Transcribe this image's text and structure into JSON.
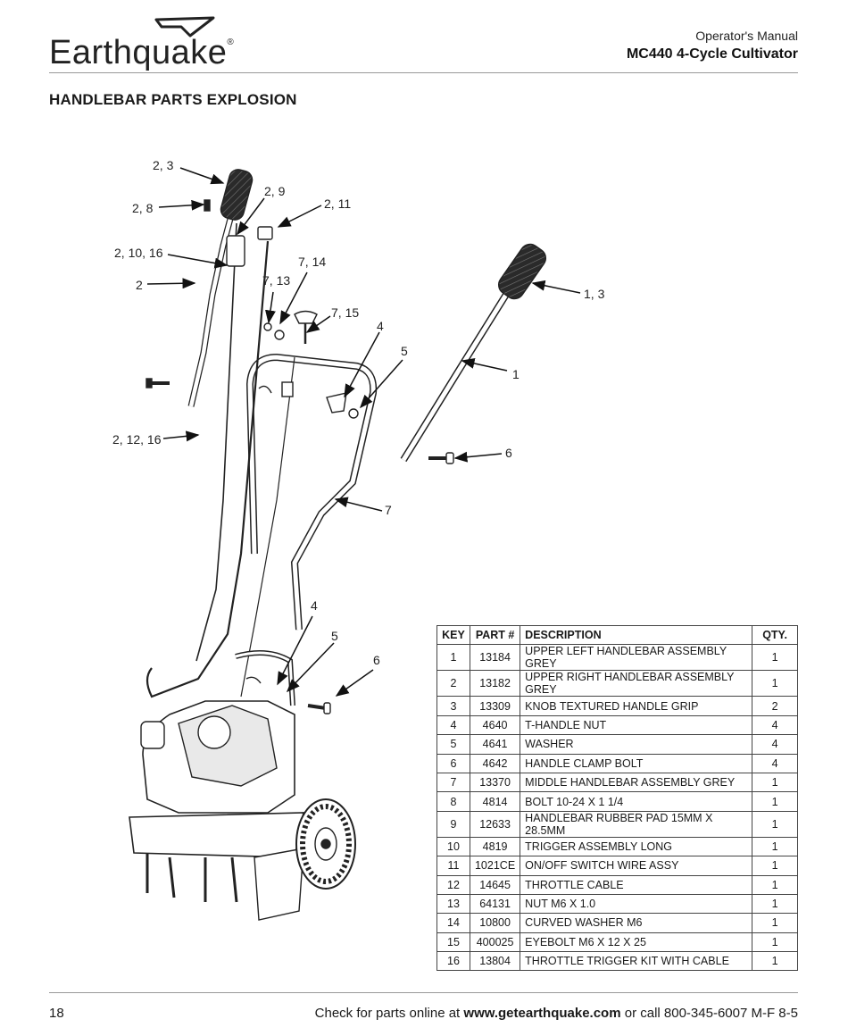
{
  "header": {
    "brand": "Earthquake",
    "brand_mark": "®",
    "subtitle": "Operator's Manual",
    "title": "MC440 4-Cycle Cultivator"
  },
  "section_title": "HANDLEBAR PARTS EXPLOSION",
  "callouts": {
    "c_2_3": "2, 3",
    "c_2_8": "2, 8",
    "c_2_9": "2, 9",
    "c_2_11": "2, 11",
    "c_2_10_16": "2, 10, 16",
    "c_2": "2",
    "c_7_14": "7, 14",
    "c_7_13": "7, 13",
    "c_7_15": "7, 15",
    "c_4a": "4",
    "c_5a": "5",
    "c_1_3": "1, 3",
    "c_1": "1",
    "c_6a": "6",
    "c_2_12_16": "2, 12, 16",
    "c_7": "7",
    "c_4b": "4",
    "c_5b": "5",
    "c_6b": "6"
  },
  "table": {
    "headers": [
      "KEY",
      "PART #",
      "DESCRIPTION",
      "QTY."
    ],
    "rows": [
      [
        "1",
        "13184",
        "UPPER LEFT HANDLEBAR ASSEMBLY GREY",
        "1"
      ],
      [
        "2",
        "13182",
        "UPPER RIGHT HANDLEBAR ASSEMBLY GREY",
        "1"
      ],
      [
        "3",
        "13309",
        "KNOB TEXTURED HANDLE GRIP",
        "2"
      ],
      [
        "4",
        "4640",
        "T-HANDLE NUT",
        "4"
      ],
      [
        "5",
        "4641",
        "WASHER",
        "4"
      ],
      [
        "6",
        "4642",
        "HANDLE CLAMP BOLT",
        "4"
      ],
      [
        "7",
        "13370",
        "MIDDLE HANDLEBAR ASSEMBLY GREY",
        "1"
      ],
      [
        "8",
        "4814",
        "BOLT 10-24 X 1 1/4",
        "1"
      ],
      [
        "9",
        "12633",
        "HANDLEBAR RUBBER PAD 15MM X 28.5MM",
        "1"
      ],
      [
        "10",
        "4819",
        "TRIGGER ASSEMBLY LONG",
        "1"
      ],
      [
        "11",
        "1021CE",
        "ON/OFF SWITCH WIRE ASSY",
        "1"
      ],
      [
        "12",
        "14645",
        "THROTTLE CABLE",
        "1"
      ],
      [
        "13",
        "64131",
        "NUT M6 X 1.0",
        "1"
      ],
      [
        "14",
        "10800",
        "CURVED WASHER M6",
        "1"
      ],
      [
        "15",
        "400025",
        "EYEBOLT M6 X 12 X 25",
        "1"
      ],
      [
        "16",
        "13804",
        "THROTTLE TRIGGER KIT WITH CABLE",
        "1"
      ]
    ]
  },
  "footer": {
    "page_number": "18",
    "text_before": "Check for parts online at ",
    "url": "www.getearthquake.com",
    "text_after": " or call 800-345-6007 M-F 8-5"
  }
}
